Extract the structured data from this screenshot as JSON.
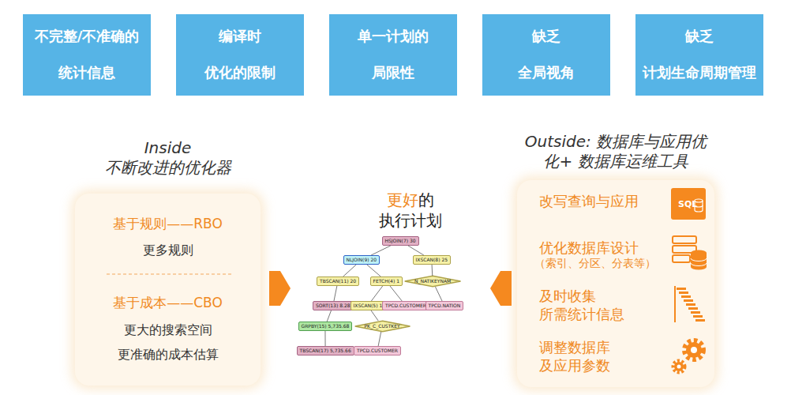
{
  "diagram": {
    "nodes": [
      {
        "text": [
          "不完整/不准确的 统计信息"
        ]
      },
      {
        "text": [
          "编译时 优化的限制"
        ]
      },
      {
        "text": [
          "单一计划的 局限性"
        ]
      },
      {
        "text": [
          "缺乏 全局视角"
        ]
      },
      {
        "text": [
          "缺乏 计划生命周期管理"
        ]
      },
      {
        "text": [
          "Inside 不断改进的优化器",
          "基于规则——RBO",
          "更多规则",
          "基于成本——CBO",
          "更大的搜索空间 更准确的成本估算"
        ]
      },
      {
        "text": [
          "HSJOIN(7) 30"
        ]
      },
      {
        "text": [
          "NLJOIN(9) 20"
        ]
      },
      {
        "text": [
          "IXSCAN(8) 25"
        ]
      },
      {
        "text": [
          "TBSCAN(11) 20"
        ]
      },
      {
        "text": [
          "FETCH(4) 1"
        ]
      },
      {
        "text": [
          "N_NATIKEYNAM"
        ]
      },
      {
        "text": [
          "SORT(13) 8.28"
        ]
      },
      {
        "text": [
          "IXSCAN(5) 1"
        ]
      },
      {
        "text": [
          "TPCD.CUSTOMER"
        ]
      },
      {
        "text": [
          "TPCD.NATION"
        ]
      },
      {
        "text": [
          "GRPBY(15) 5,735.68"
        ]
      },
      {
        "text": [
          "PK_C_CUSTKEY"
        ]
      },
      {
        "text": [
          "TBSCAN(17) 5,735.66"
        ]
      },
      {
        "text": [
          "TPCD.CUSTOMER"
        ]
      },
      {
        "text": [
          "Outside: 数据库与应用优 化+ 数据库运维工具",
          "改写查询与应用",
          "优化数据库设计",
          "（索引、分区、分表等）",
          "及时收集 所需统计信息",
          "调整数据库 及应用参数"
        ]
      }
    ],
    "edges": [
      {
        "from": 6,
        "to": 7,
        "arrow": "none"
      },
      {
        "from": 6,
        "to": 8,
        "arrow": "none"
      },
      {
        "from": 7,
        "to": 9,
        "arrow": "none"
      },
      {
        "from": 7,
        "to": 10,
        "arrow": "none"
      },
      {
        "from": 8,
        "to": 11,
        "arrow": "none"
      },
      {
        "from": 11,
        "to": 15,
        "arrow": "none"
      },
      {
        "from": 9,
        "to": 12,
        "arrow": "none"
      },
      {
        "from": 10,
        "to": 13,
        "arrow": "none"
      },
      {
        "from": 10,
        "to": 14,
        "arrow": "none"
      },
      {
        "from": 12,
        "to": 16,
        "arrow": "none"
      },
      {
        "from": 13,
        "to": 17,
        "arrow": "none"
      },
      {
        "from": 16,
        "to": 18,
        "arrow": "none"
      },
      {
        "from": 17,
        "to": 19,
        "arrow": "none"
      }
    ],
    "labels": [
      "更好",
      "的",
      "执行计划",
      "SQL"
    ]
  }
}
